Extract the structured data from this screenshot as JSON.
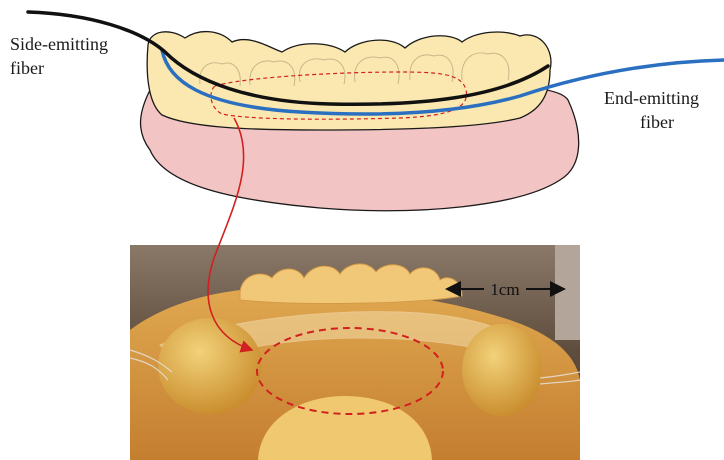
{
  "labels": {
    "side_line1": "Side-emitting",
    "side_line2": "fiber",
    "end_line1": "End-emitting",
    "end_line2": "fiber"
  },
  "scale_bar": {
    "text": "1cm"
  },
  "colors": {
    "gum": "#f3c4c4",
    "tooth": "#fbe8b0",
    "fiber_side": "#111111",
    "fiber_end": "#2a6fc0",
    "highlight": "#d22020",
    "photo_bg": "#6e5c4c",
    "appliance": "#e8a84a"
  }
}
